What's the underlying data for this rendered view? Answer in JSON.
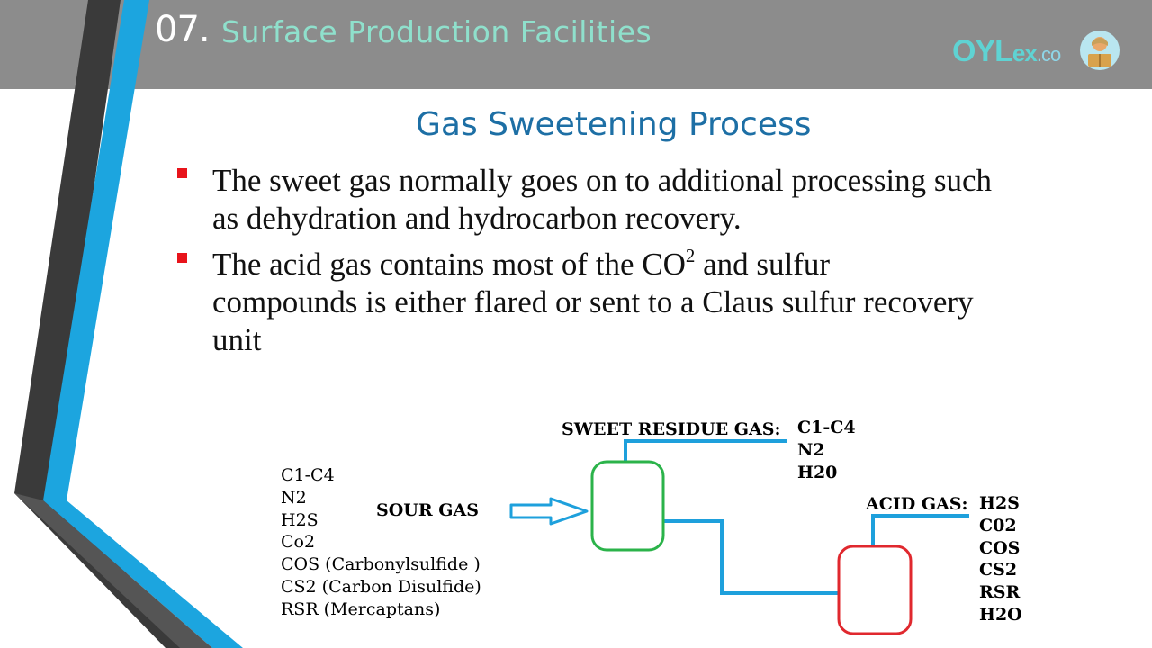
{
  "header": {
    "number": "07.",
    "title": "Surface Production Facilities",
    "logo_main": "OYL",
    "logo_ex": "ex",
    "logo_tld": ".co"
  },
  "slide": {
    "title": "Gas Sweetening Process",
    "bullets": [
      {
        "lines": [
          "The sweet gas normally goes on to additional processing such",
          "as dehydration and hydrocarbon recovery."
        ]
      },
      {
        "line1_pre": "The acid gas contains most of the CO",
        "line1_sup": "2",
        "line1_post": " and sulfur",
        "lines_rest": [
          "compounds is either flared or sent to a Claus sulfur recovery",
          "unit"
        ]
      }
    ]
  },
  "diagram": {
    "feed_components": [
      "C1-C4",
      "N2",
      "H2S",
      "Co2",
      "COS (Carbonylsulfide )",
      "CS2 (Carbon Disulfide)",
      "RSR (Mercaptans)"
    ],
    "sour_gas_label": "SOUR GAS",
    "sweet_label": "SWEET RESIDUE GAS",
    "sweet_components": [
      "C1-C4",
      "N2",
      "H20"
    ],
    "acid_label": "ACID GAS",
    "acid_components": [
      "H2S",
      "C02",
      "COS",
      "CS2",
      "RSR",
      "H2O"
    ],
    "colors": {
      "pipe": "#1ea0dc",
      "absorber": "#2bb34a",
      "regenerator": "#e0282e",
      "bullet": "#e8141b",
      "title": "#1d6fa5"
    }
  }
}
